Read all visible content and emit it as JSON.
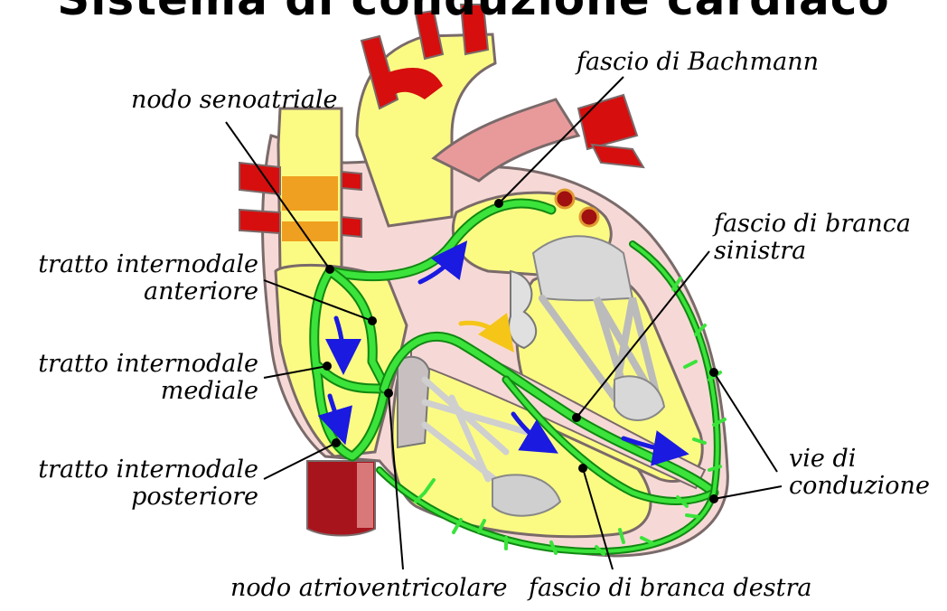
{
  "title": "Sistema di conduzione cardiaco",
  "labels": {
    "bachmann": "fascio di Bachmann",
    "sa_node": "nodo senoatriale",
    "ant_1": "tratto internodale",
    "ant_2": "anteriore",
    "med_1": "tratto internodale",
    "med_2": "mediale",
    "post_1": "tratto internodale",
    "post_2": "posteriore",
    "lbb_1": "fascio di branca",
    "lbb_2": "sinistra",
    "vie_1": "vie di",
    "vie_2": "conduzione",
    "av_node": "nodo atrioventricolare",
    "rbb": "fascio di branca destra"
  },
  "colors": {
    "myocardium": "#f6d9d6",
    "chamber": "#fbfb84",
    "outline": "#7a6a6a",
    "artery": "#d60e0e",
    "artery_light": "#e89a9a",
    "conduction": "#3be33b",
    "conduction_dark": "#118811",
    "arrow": "#1a1ae0",
    "arrow_yellow": "#f5c518",
    "valve": "#d8d8d8"
  }
}
